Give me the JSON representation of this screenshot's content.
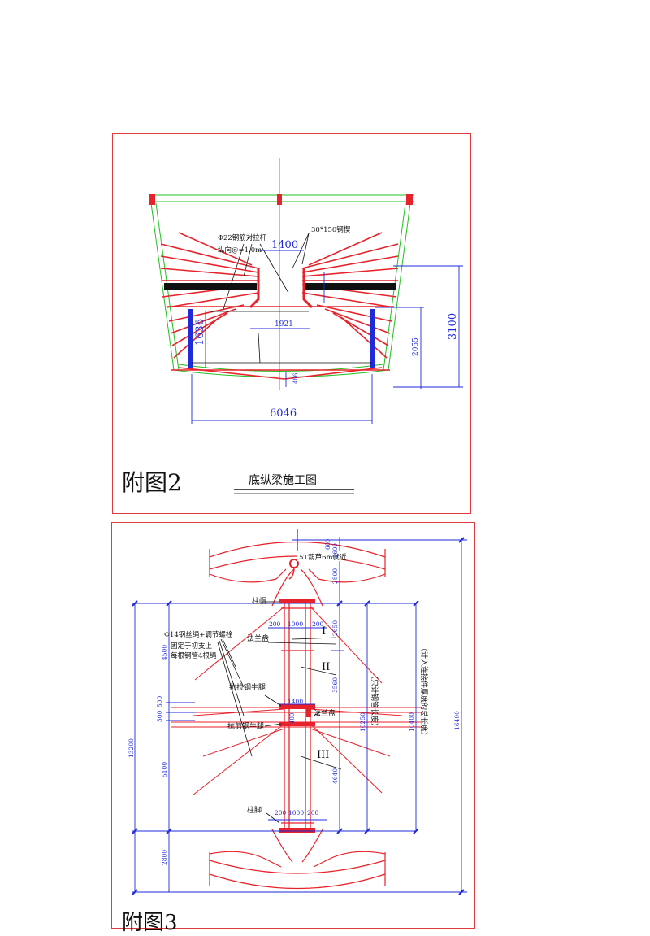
{
  "figure2": {
    "caption": "附图2",
    "title": "底纵梁施工图",
    "labels": {
      "tie_rod_line1": "Φ22钢筋对拉杆",
      "tie_rod_line2": "纵向@=1.0m",
      "steel_plate": "30*150钢楔",
      "dim_top": "1400",
      "dim_mid": "1921",
      "dim_left": "1636",
      "dim_inner": "2055",
      "dim_right": "3100",
      "dim_bottom": "6046",
      "dim_small": "406"
    }
  },
  "figure3": {
    "caption": "附图3",
    "labels": {
      "hoist": "5T葫芦6m就近",
      "column_cap": "柱帽",
      "column_foot": "柱脚",
      "rope_line1": "Φ14钢丝绳+调节螺栓",
      "rope_line2": "固定于初支上",
      "rope_line3": "每根钢管4根绳",
      "flange1": "法兰盘",
      "flange2": "法兰盘",
      "corbel_upper": "抗拉钢牛腿",
      "corbel_lower": "抗剪钢牛腿",
      "seg1": "I",
      "seg2": "II",
      "seg3": "III",
      "note_pipe": "（只计钢管长度）",
      "note_total": "（计入连接件厚度的总长度）",
      "dim_13200": "13200",
      "dim_4500": "4500",
      "dim_500": "500",
      "dim_300": "300",
      "dim_5100": "5100",
      "dim_2800a": "2800",
      "dim_2800b": "2800",
      "dim_200a": "200",
      "dim_1000a": "1000",
      "dim_200b": "200",
      "dim_2650": "2650",
      "dim_3560": "3560",
      "dim_1400": "1400",
      "dim_400": "400",
      "dim_4640": "4640",
      "dim_10250": "10250",
      "dim_10400": "10400",
      "dim_16400": "16400",
      "dim_200c": "200",
      "dim_1000b": "1000",
      "dim_200d": "200",
      "dim_top_small": "600",
      "dim_2600": "2600"
    }
  },
  "colors": {
    "frame": "#e0393e",
    "structure": "#e8222a",
    "dimension": "#1f2ad8",
    "axis": "#22c022",
    "text": "#111111"
  }
}
